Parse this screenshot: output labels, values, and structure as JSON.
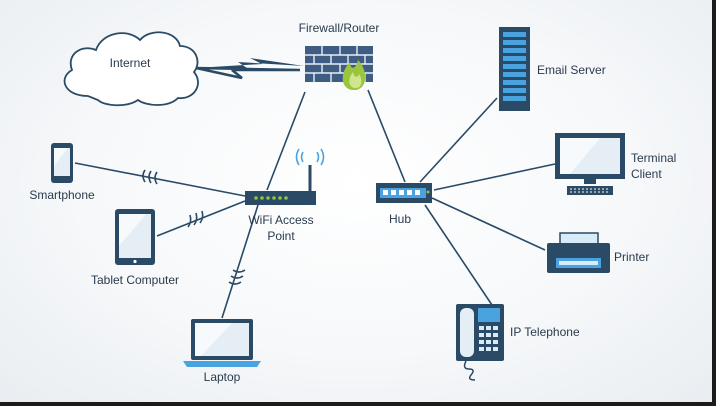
{
  "labels": {
    "internet": "Internet",
    "firewall": "Firewall/Router",
    "email_server": "Email Server",
    "terminal_line1": "Terminal",
    "terminal_line2": "Client",
    "smartphone": "Smartphone",
    "wifi_line1": "WiFi Access",
    "wifi_line2": "Point",
    "hub": "Hub",
    "tablet": "Tablet Computer",
    "printer": "Printer",
    "ip_telephone": "IP Telephone",
    "laptop": "Laptop"
  },
  "colors": {
    "line": "#2a4a66",
    "device_dark": "#2a4a66",
    "device_light": "#4aa3df",
    "device_pale": "#d7ecf8",
    "cloud_fill": "#ffffff",
    "cloud_stroke": "#2a4a66",
    "firewall_brick": "#3f5c84",
    "flame": "#9bc53d",
    "led": "#8cc63f"
  },
  "icons": [
    "cloud-icon",
    "lightning-icon",
    "firewall-icon",
    "server-icon",
    "monitor-icon",
    "keyboard-icon",
    "smartphone-icon",
    "wireless-signal-icon",
    "router-icon",
    "hub-icon",
    "tablet-icon",
    "printer-icon",
    "telephone-icon",
    "laptop-icon"
  ]
}
